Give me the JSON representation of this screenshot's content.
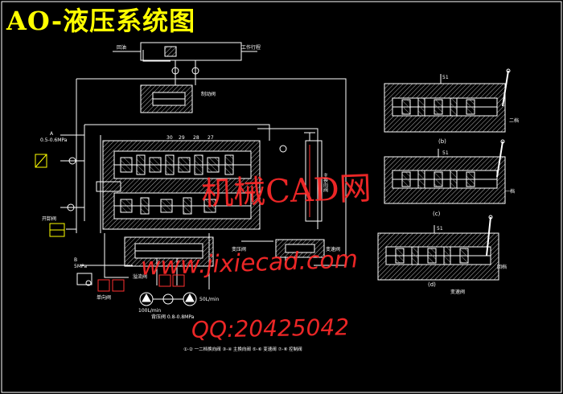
{
  "title": "AO-液压系统图",
  "watermark": {
    "site_name": "机械CAD网",
    "url": "www.jixiecad.com",
    "qq": "QQ:20425042"
  },
  "labels": {
    "left_arrow": "回油",
    "right_arrow": "工作行程",
    "top_valve": "制动阀",
    "numbers_top": [
      "30",
      "29",
      "28",
      "27"
    ],
    "pressure_a": "A",
    "pressure_a_val": "0.5-0.6MPa",
    "safety_valve": "开卸阀",
    "pressure_b": "B",
    "pressure_b_val": "5MPa",
    "check_valve": "单向阀",
    "relief_valve": "溢流阀",
    "flow_left": "100L/min",
    "flow_right": "50L/min",
    "bottom_pressure": "背压阀 0.8-0.8MPa",
    "mid_right_valve": "变压阀",
    "mid_lower_valve": "变速阀",
    "side_valve_vert": "主换向阀",
    "sub_b": "(b)",
    "sub_c": "(c)",
    "sub_d": "(d)",
    "sub_top_code": "51",
    "sub_mid_code": "51",
    "sub_bot_code": "51",
    "sub_top_side": "二档",
    "sub_mid_side": "一档",
    "sub_bot_side": "回档",
    "sub_bottom_caption": "变速阀",
    "legend_row": "①-② 一二档换向阀 ③-④ 主换向阀 ⑤-⑥ 变速阀 ⑦-⑧ 控制阀"
  },
  "colors": {
    "line": "#ffffff",
    "hatch": "#b0b0b0",
    "title": "#ffff00",
    "watermark": "#ff2a2a",
    "accent_yellow": "#ffff00",
    "accent_red": "#ff3030"
  }
}
